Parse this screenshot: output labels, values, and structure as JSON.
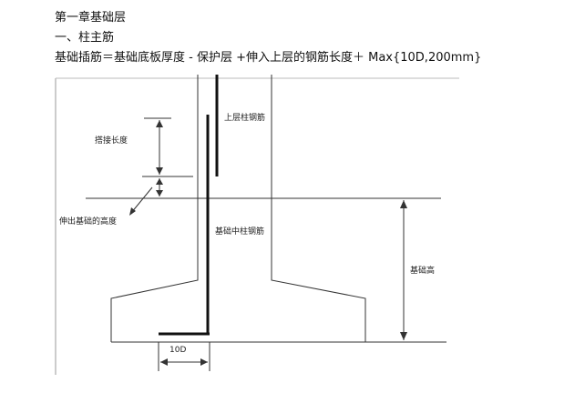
{
  "chapter_title": "第一章基础层",
  "section_title": "一、柱主筋",
  "formula": "基础插筋＝基础底板厚度 - 保护层 +伸入上层的钢筋长度＋  Max{10D,200mm}",
  "figure": {
    "upper_column_rebar": "上层柱钢筋",
    "lap_length": "搭接长度",
    "protrusion_height": "伸出基础的高度",
    "foundation_column_rebar": "基础中柱钢筋",
    "foundation_height": "基础高",
    "ten_d": "10D"
  }
}
